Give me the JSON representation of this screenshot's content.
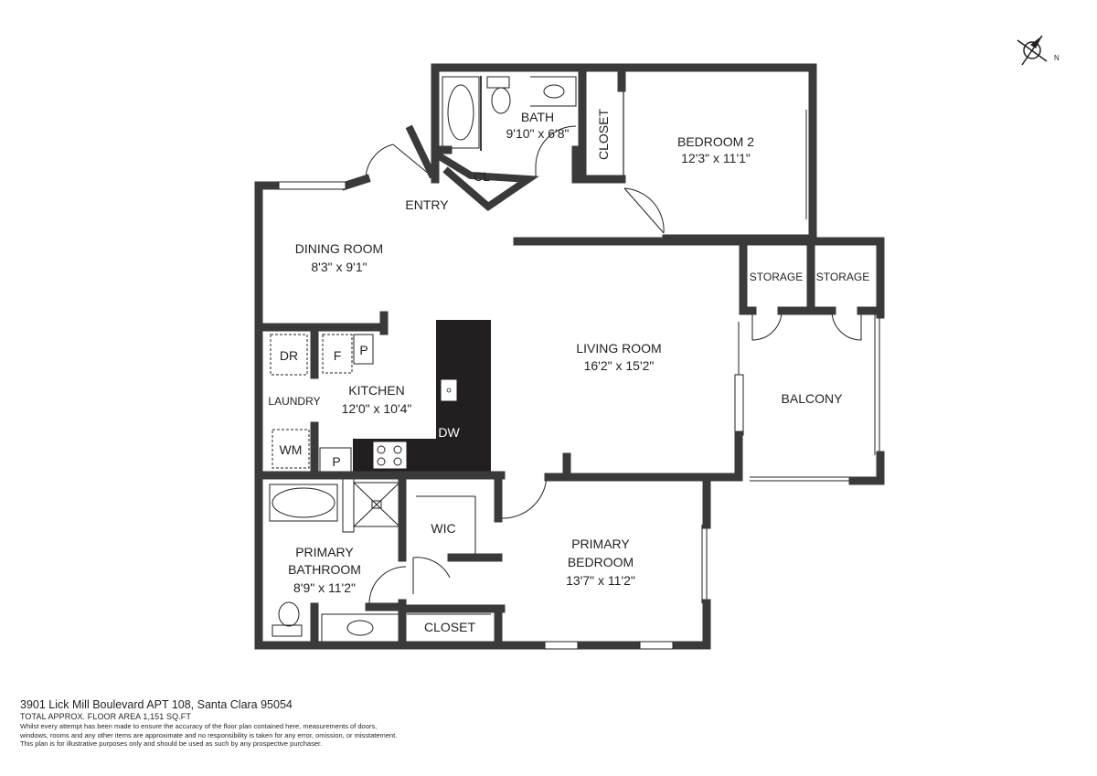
{
  "compass": {
    "icon": "compass-icon",
    "label": "N"
  },
  "rooms": {
    "bath": {
      "name": "BATH",
      "dims": "9'10\" x 6'8\""
    },
    "closet_bed2": {
      "name": "CLOSET"
    },
    "bedroom2": {
      "name": "BEDROOM 2",
      "dims": "12'3\" x 11'1\""
    },
    "cl": {
      "name": "CL"
    },
    "entry": {
      "name": "ENTRY"
    },
    "dining": {
      "name": "DINING ROOM",
      "dims": "8'3\" x 9'1\""
    },
    "storage1": {
      "name": "STORAGE"
    },
    "storage2": {
      "name": "STORAGE"
    },
    "living": {
      "name": "LIVING ROOM",
      "dims": "16'2\" x 15'2\""
    },
    "balcony": {
      "name": "BALCONY"
    },
    "kitchen": {
      "name": "KITCHEN",
      "dims": "12'0\" x 10'4\""
    },
    "laundry": {
      "name": "LAUNDRY"
    },
    "primary_bath": {
      "name_line1": "PRIMARY",
      "name_line2": "BATHROOM",
      "dims": "8'9\" x 11'2\""
    },
    "wic": {
      "name": "WIC"
    },
    "primary_bed": {
      "name_line1": "PRIMARY",
      "name_line2": "BEDROOM",
      "dims": "13'7\" x 11'2\""
    },
    "closet_primary": {
      "name": "CLOSET"
    }
  },
  "appliances": {
    "dryer": "DR",
    "fridge": "F",
    "pantry1": "P",
    "pantry2": "P",
    "washer": "WM",
    "dishwasher": "DW"
  },
  "footer": {
    "address": "3901 Lick Mill Boulevard APT 108, Santa Clara 95054",
    "total_area": "TOTAL APPROX. FLOOR AREA 1,151 SQ.FT",
    "disclaimer_1": "Whilst every attempt has been made to ensure the accuracy of the floor plan contained here, measurements of doors,",
    "disclaimer_2": "windows, rooms and any other items are approximate and no responsibility is taken for any error, omission, or misstatement.",
    "disclaimer_3": "This plan is for illustrative purposes only and should be used as such by any prospective purchaser."
  },
  "colors": {
    "wall": "#3b3a3a",
    "counter": "#231f20",
    "ink": "#231f20"
  }
}
